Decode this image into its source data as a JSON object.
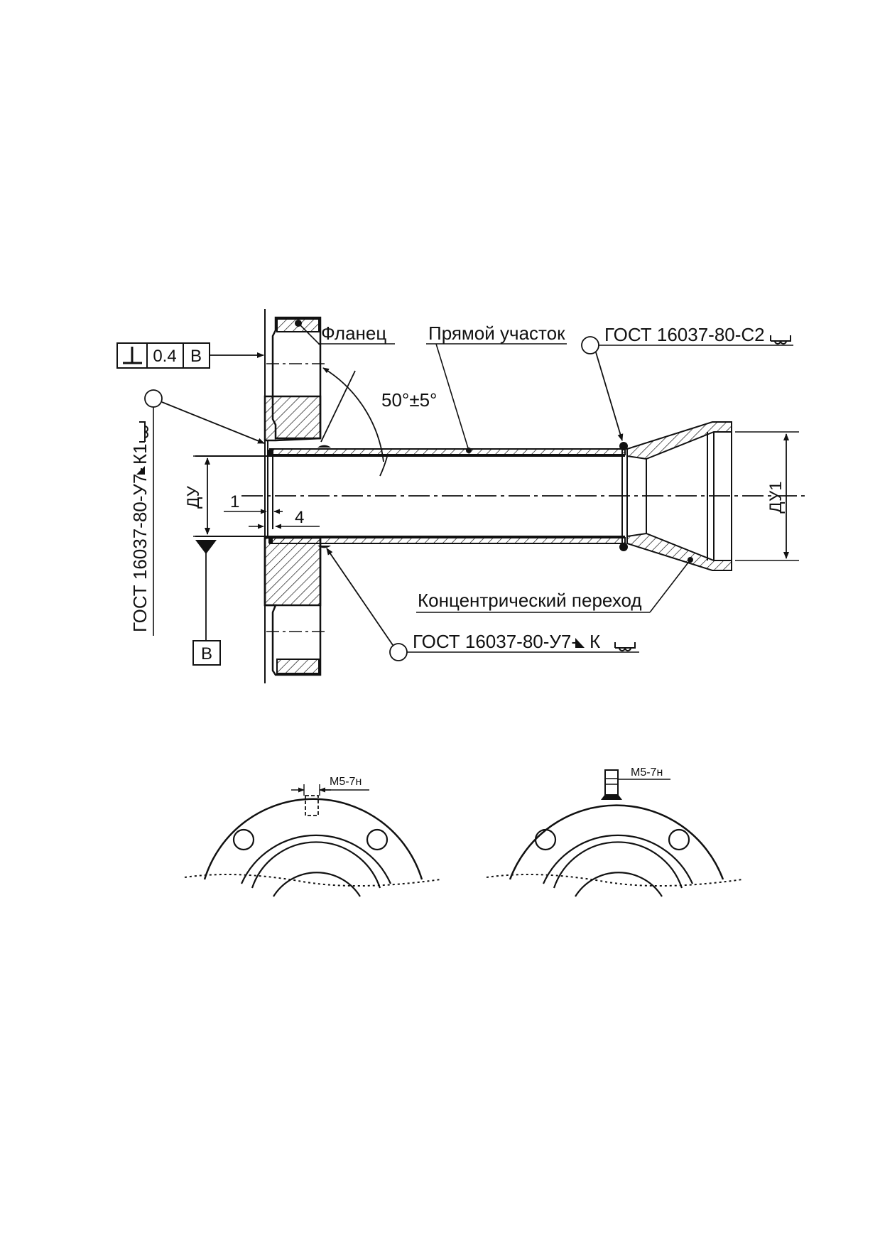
{
  "labels": {
    "flange": "Фланец",
    "straight": "Прямой участок",
    "concentric": "Концентрический переход",
    "gost_c2": "ГОСТ 16037-80-С2",
    "gost_u7k1": "ГОСТ 16037-80-У7-",
    "gost_u7k1_k": "К1",
    "gost_u7k": "ГОСТ 16037-80-У7-",
    "gost_u7k_k": "К",
    "angle": "50°±5°",
    "du": "ДУ",
    "du1": "ДУ1",
    "dim1": "1",
    "dim4": "4",
    "datum_b": "В",
    "tol_value": "0.4",
    "tol_datum": "В",
    "thread_left": "М5-7н",
    "thread_right": "М5-7н"
  },
  "colors": {
    "line": "#111111",
    "background": "#ffffff"
  },
  "icons": {
    "perpendicularity": "perpendicularity-symbol",
    "weld_convex": "weld-convex-symbol",
    "datum": "datum-triangle"
  }
}
